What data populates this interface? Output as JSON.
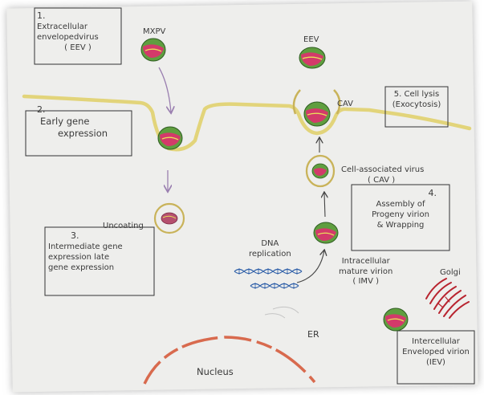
{
  "steps": {
    "s1": {
      "number": "1.",
      "lines": [
        "Extracellular",
        "envelopedvirus",
        "( EEV )"
      ]
    },
    "s2": {
      "number": "2.",
      "lines": [
        "Early gene",
        "expression"
      ]
    },
    "s3": {
      "number": "3.",
      "lines": [
        "Intermediate gene",
        "expression late",
        "gene expression"
      ]
    },
    "s4": {
      "number": "4.",
      "lines": [
        "Assembly of",
        "Progeny virion",
        "& Wrapping"
      ]
    },
    "s5": {
      "number": "5.",
      "lines": [
        "Cell lysis",
        "(Exocytosis)"
      ]
    }
  },
  "labels": {
    "mxpv": "MXPV",
    "eev": "EEV",
    "cav_short": "CAV",
    "cav_long": "Cell-associated virus",
    "cav_paren": "( CAV )",
    "uncoating": "Uncoating",
    "dna": [
      "DNA",
      "replication"
    ],
    "imv": [
      "Intracellular",
      "mature virion",
      "( IMV )"
    ],
    "golgi": "Golgi",
    "er": "ER",
    "nucleus": "Nucleus",
    "iev": [
      "Intercellular",
      "Enveloped virion",
      "(IEV)"
    ]
  },
  "colors": {
    "membrane": "#e2d47a",
    "virion_outer": "#5f9e3f",
    "virion_core": "#d33a6a",
    "envelope": "#c9b35a",
    "arrow": "#9a7fb0",
    "dna": "#2e5fa8",
    "golgi": "#b8242f",
    "nucleus": "#d86a4e",
    "ink": "#3a3a3a"
  }
}
